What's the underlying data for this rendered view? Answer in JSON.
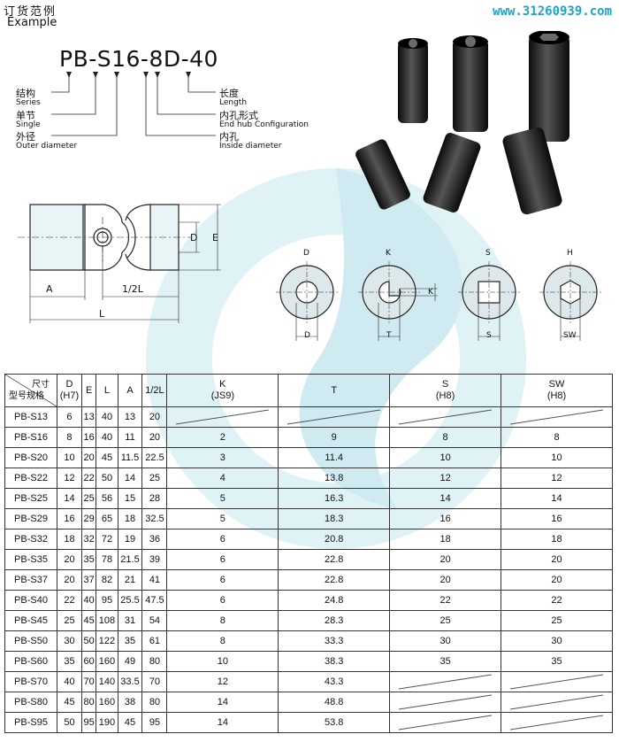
{
  "header": {
    "title_cn": "订货范例",
    "title_en": "Example",
    "website": "www.31260939.com"
  },
  "order_example": {
    "code": "PB-S16-8D-40",
    "labels": [
      {
        "cn": "结构",
        "en": "Series"
      },
      {
        "cn": "单节",
        "en": "Single"
      },
      {
        "cn": "外径",
        "en": "Outer diameter"
      },
      {
        "cn": "长度",
        "en": "Length"
      },
      {
        "cn": "内孔形式",
        "en": "End hub Configuration"
      },
      {
        "cn": "内孔",
        "en": "Inside diameter"
      }
    ]
  },
  "drawing": {
    "dim_A": "A",
    "dim_half_L": "1/2L",
    "dim_L": "L",
    "dim_D": "D",
    "dim_E": "E"
  },
  "bores": [
    {
      "title": "D",
      "dim": "D"
    },
    {
      "title": "K",
      "dim": "T",
      "side": "K"
    },
    {
      "title": "S",
      "dim": "S"
    },
    {
      "title": "H",
      "dim": "SW"
    }
  ],
  "table": {
    "corner_top": "尺寸",
    "corner_bottom": "型号规格",
    "columns": [
      {
        "label": "D",
        "sub": "(H7)"
      },
      {
        "label": "E",
        "sub": ""
      },
      {
        "label": "L",
        "sub": ""
      },
      {
        "label": "A",
        "sub": ""
      },
      {
        "label": "1/2L",
        "sub": ""
      },
      {
        "label": "K",
        "sub": "(JS9)"
      },
      {
        "label": "T",
        "sub": ""
      },
      {
        "label": "S",
        "sub": "(H8)"
      },
      {
        "label": "SW",
        "sub": "(H8)"
      }
    ],
    "rows": [
      [
        "PB-S13",
        "6",
        "13",
        "40",
        "13",
        "20",
        "",
        "",
        "",
        ""
      ],
      [
        "PB-S16",
        "8",
        "16",
        "40",
        "11",
        "20",
        "2",
        "9",
        "8",
        "8"
      ],
      [
        "PB-S20",
        "10",
        "20",
        "45",
        "11.5",
        "22.5",
        "3",
        "11.4",
        "10",
        "10"
      ],
      [
        "PB-S22",
        "12",
        "22",
        "50",
        "14",
        "25",
        "4",
        "13.8",
        "12",
        "12"
      ],
      [
        "PB-S25",
        "14",
        "25",
        "56",
        "15",
        "28",
        "5",
        "16.3",
        "14",
        "14"
      ],
      [
        "PB-S29",
        "16",
        "29",
        "65",
        "18",
        "32.5",
        "5",
        "18.3",
        "16",
        "16"
      ],
      [
        "PB-S32",
        "18",
        "32",
        "72",
        "19",
        "36",
        "6",
        "20.8",
        "18",
        "18"
      ],
      [
        "PB-S35",
        "20",
        "35",
        "78",
        "21.5",
        "39",
        "6",
        "22.8",
        "20",
        "20"
      ],
      [
        "PB-S37",
        "20",
        "37",
        "82",
        "21",
        "41",
        "6",
        "22.8",
        "20",
        "20"
      ],
      [
        "PB-S40",
        "22",
        "40",
        "95",
        "25.5",
        "47.5",
        "6",
        "24.8",
        "22",
        "22"
      ],
      [
        "PB-S45",
        "25",
        "45",
        "108",
        "31",
        "54",
        "8",
        "28.3",
        "25",
        "25"
      ],
      [
        "PB-S50",
        "30",
        "50",
        "122",
        "35",
        "61",
        "8",
        "33.3",
        "30",
        "30"
      ],
      [
        "PB-S60",
        "35",
        "60",
        "160",
        "49",
        "80",
        "10",
        "38.3",
        "35",
        "35"
      ],
      [
        "PB-S70",
        "40",
        "70",
        "140",
        "33.5",
        "70",
        "12",
        "43.3",
        "",
        ""
      ],
      [
        "PB-S80",
        "45",
        "80",
        "160",
        "38",
        "80",
        "14",
        "48.8",
        "",
        ""
      ],
      [
        "PB-S95",
        "50",
        "95",
        "190",
        "45",
        "95",
        "14",
        "53.8",
        "",
        ""
      ]
    ]
  }
}
